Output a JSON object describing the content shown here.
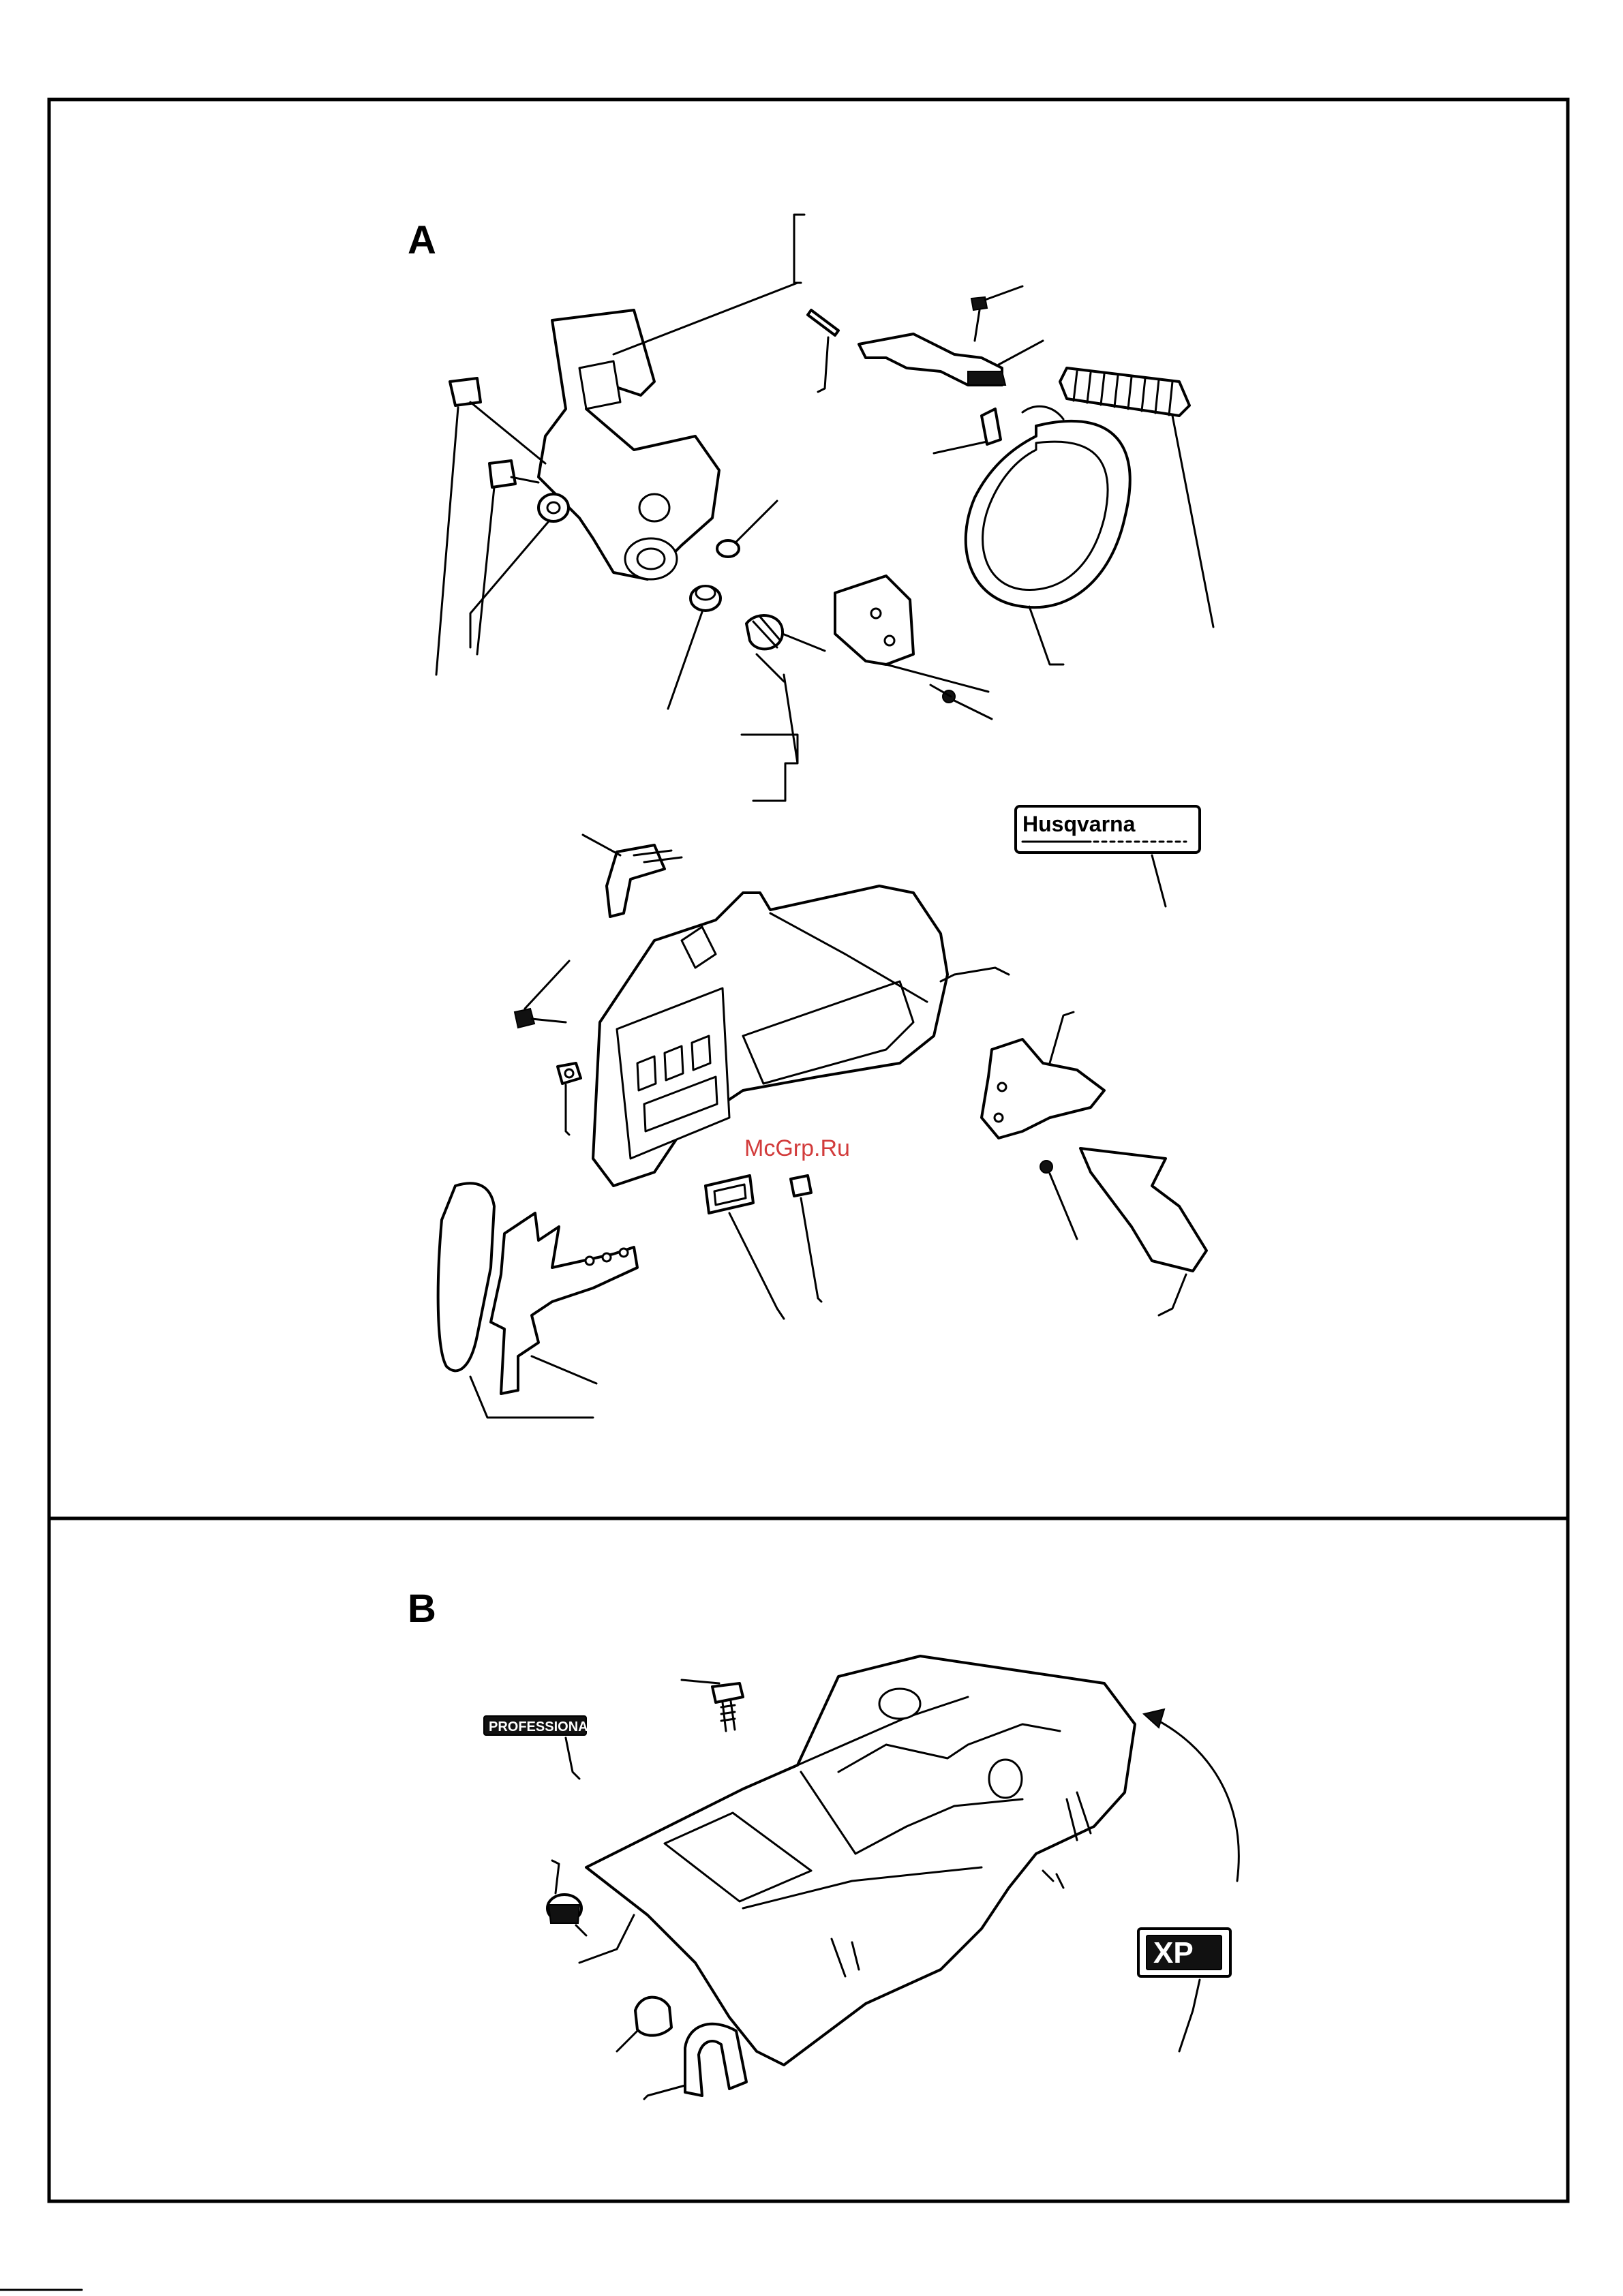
{
  "sections": [
    {
      "label": "A"
    },
    {
      "label": "B"
    }
  ],
  "watermark": "McGrp.Ru",
  "decals": {
    "brand": "Husqvarna",
    "professional": "PROFESSIONAL",
    "xp": "XP"
  },
  "colors": {
    "line": "#000000",
    "background": "#ffffff",
    "watermark": "#d23c3c"
  }
}
